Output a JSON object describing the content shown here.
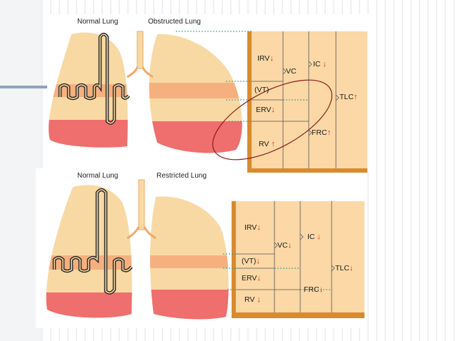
{
  "colors": {
    "lung_fill": "#f8d9a3",
    "band": "#f6b07f",
    "base": "#ef6e6e",
    "box": "#fbd8a6",
    "box_dark": "#d98a2e",
    "arrow": "#e0202a",
    "dashed": "#2f9a8f",
    "ellipse": "#8b1c1c"
  },
  "top": {
    "left_label": "Normal Lung",
    "right_label": "Obstructed Lung",
    "cells": {
      "irv": "IRV",
      "vc": "VC",
      "ic": "IC",
      "vt": "(VT)",
      "tlc": "TLC",
      "erv": "ERV",
      "frc": "FRC",
      "rv": "RV"
    },
    "arrows": {
      "irv": "down",
      "ic": "down",
      "tlc": "up",
      "erv": "down",
      "frc": "up",
      "rv": "up"
    }
  },
  "bottom": {
    "left_label": "Normal Lung",
    "right_label": "Restricted Lung",
    "cells": {
      "irv": "IRV",
      "vc": "VC",
      "ic": "IC",
      "vt": "(VT)",
      "tlc": "TLC",
      "erv": "ERV",
      "frc": "FRC",
      "rv": "RV"
    },
    "arrows": {
      "irv": "down",
      "ic": "down",
      "vt": "down",
      "tlc": "down",
      "erv": "down",
      "frc": "down",
      "rv": "down"
    }
  },
  "icons": {
    "down": "↓",
    "up": "↑"
  }
}
